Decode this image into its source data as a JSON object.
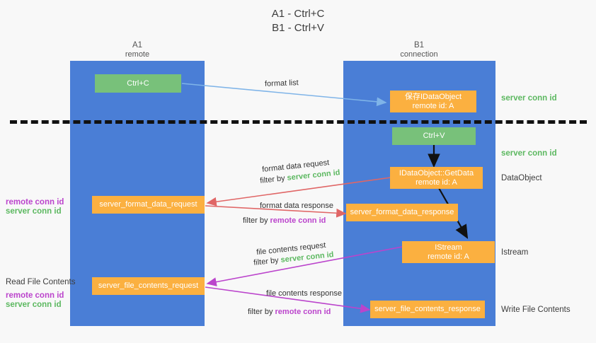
{
  "title": {
    "line1": "A1 - Ctrl+C",
    "line2": "B1 - Ctrl+V"
  },
  "columns": [
    {
      "name": "A1",
      "sub": "remote"
    },
    {
      "name": "B1",
      "sub": "connection"
    }
  ],
  "nodes": {
    "ctrl_c": {
      "label": "Ctrl+C"
    },
    "save_idataobject": {
      "line1": "保存IDataObject",
      "line2": "remote id: A"
    },
    "ctrl_v": {
      "label": "Ctrl+V"
    },
    "getdata": {
      "line1": "IDataObject::GetData",
      "line2": "remote id: A"
    },
    "istream": {
      "line1": "IStream",
      "line2": "remote id: A"
    },
    "server_format_data_request": {
      "label": "server_format_data_request"
    },
    "server_format_data_response": {
      "label": "server_format_data_response"
    },
    "server_file_contents_request": {
      "label": "server_file_contents_request"
    },
    "server_file_contents_response": {
      "label": "server_file_contents_response"
    }
  },
  "right_labels": {
    "conn_id_1": "server conn id",
    "conn_id_2": "server conn id",
    "dataobject": "DataObject",
    "istream": "Istream",
    "write_file_contents": "Write File Contents"
  },
  "left_labels": {
    "format_remote": "remote conn id",
    "format_server": "server conn id",
    "read_file_contents": "Read File Contents",
    "file_remote": "remote conn id",
    "file_server": "server conn id"
  },
  "edges": {
    "format_list": "format list",
    "format_data_request": "format data request",
    "format_data_request_filter_pre": "filter by ",
    "format_data_request_filter_key": "server conn id",
    "format_data_response": "format data response",
    "format_data_response_filter_pre": "filter by ",
    "format_data_response_filter_key": "remote conn id",
    "file_contents_request": "file contents request",
    "file_contents_request_filter_pre": "filter by ",
    "file_contents_request_filter_key": "server conn id",
    "file_contents_response": "file contents response",
    "file_contents_response_filter_pre": "filter by ",
    "file_contents_response_filter_key": "remote conn id"
  },
  "colors": {
    "lane": "#4a7ed6",
    "node_green": "#78c17a",
    "node_orange": "#fbb040",
    "accent_green": "#5cb860",
    "accent_purple": "#bb44cc",
    "arrow_blue": "#7fb4e8",
    "arrow_red": "#e06666",
    "arrow_purple": "#bb44cc",
    "arrow_black": "#111111",
    "background": "#f8f8f8"
  }
}
